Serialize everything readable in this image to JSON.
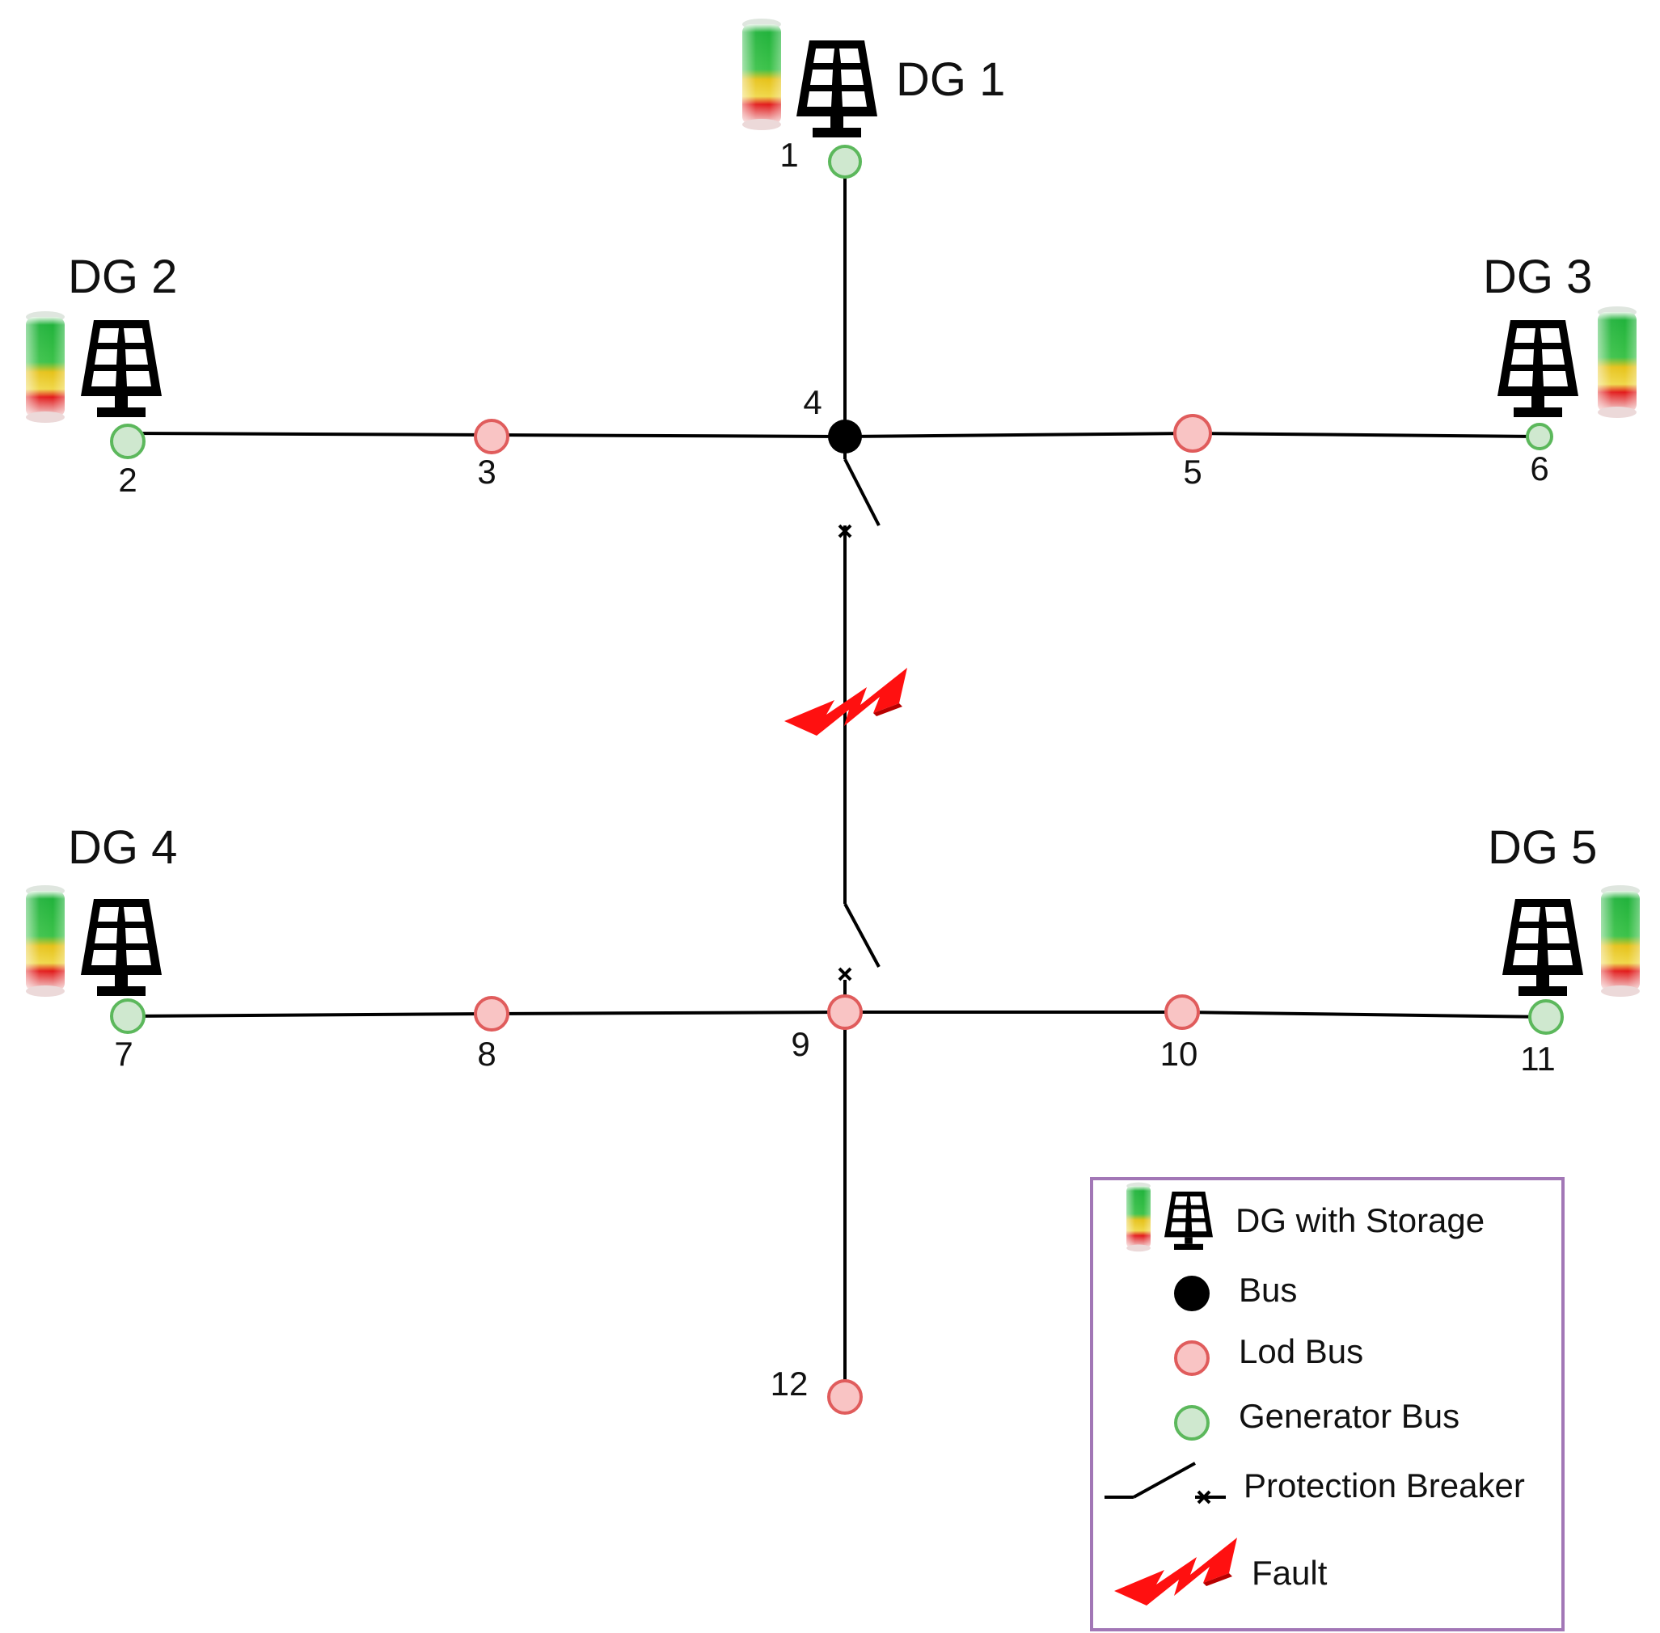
{
  "colors": {
    "line": "#000000",
    "bus": "#000000",
    "load_bus_fill": "#f9c4c4",
    "load_bus_stroke": "#e05c5c",
    "generator_bus_fill": "#cfe8cf",
    "generator_bus_stroke": "#5cb85c",
    "fault": "#ff1010",
    "legend_border": "#a277b6",
    "battery_green": "#22b33c",
    "battery_yellow": "#e6c21a",
    "battery_red": "#e21b1b"
  },
  "dg_units": [
    {
      "id": "dg1",
      "label": "DG 1"
    },
    {
      "id": "dg2",
      "label": "DG 2"
    },
    {
      "id": "dg3",
      "label": "DG 3"
    },
    {
      "id": "dg4",
      "label": "DG 4"
    },
    {
      "id": "dg5",
      "label": "DG 5"
    }
  ],
  "buses": [
    {
      "number": "1",
      "type": "generator"
    },
    {
      "number": "2",
      "type": "generator"
    },
    {
      "number": "3",
      "type": "load"
    },
    {
      "number": "4",
      "type": "bus"
    },
    {
      "number": "5",
      "type": "load"
    },
    {
      "number": "6",
      "type": "generator"
    },
    {
      "number": "7",
      "type": "generator"
    },
    {
      "number": "8",
      "type": "load"
    },
    {
      "number": "9",
      "type": "load"
    },
    {
      "number": "10",
      "type": "load"
    },
    {
      "number": "11",
      "type": "generator"
    },
    {
      "number": "12",
      "type": "load"
    }
  ],
  "icons": {
    "solar_panel": "solar-panel-icon",
    "battery": "battery-storage-icon",
    "fault": "lightning-bolt-icon",
    "breaker": "protection-breaker-icon"
  },
  "legend": {
    "items": [
      {
        "label": "DG with Storage",
        "icon": "solar-panel-with-battery"
      },
      {
        "label": "Bus",
        "icon": "black-circle"
      },
      {
        "label": "Lod Bus",
        "icon": "pink-circle"
      },
      {
        "label": "Generator Bus",
        "icon": "green-circle"
      },
      {
        "label": "Protection Breaker",
        "icon": "breaker-symbol"
      },
      {
        "label": "Fault",
        "icon": "lightning-bolt"
      }
    ]
  }
}
